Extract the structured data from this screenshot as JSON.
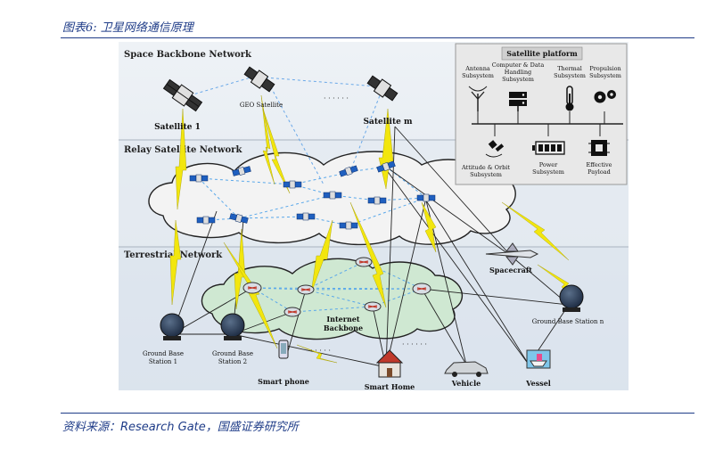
{
  "caption": "图表6:  卫星网络通信原理",
  "source": "资料来源：Research Gate，国盛证券研究所",
  "layers": {
    "space": "Space Backbone Network",
    "relay": "Relay Satellite Network",
    "terrestrial": "Terrestrial Network"
  },
  "satellites": {
    "s1": "Satellite 1",
    "geo": "GEO Satellite",
    "sm": "Satellite m",
    "dots": "· · ·  · · ·"
  },
  "platform": {
    "title": "Satellite platform",
    "antenna": [
      "Antenna",
      "Subsystem"
    ],
    "computer": [
      "Computer & Data",
      "Handling",
      "Subsystem"
    ],
    "thermal": [
      "Thermal",
      "Subsystem"
    ],
    "propulsion": [
      "Propulsion",
      "Subsystem"
    ],
    "attitude": [
      "Attitude & Orbit",
      "Subsystem"
    ],
    "power": [
      "Power",
      "Subsystem"
    ],
    "payload": [
      "Effective",
      "Payload"
    ]
  },
  "nodes": {
    "internet": [
      "Internet",
      "Backbone"
    ],
    "spacecraft": "Spacecraft",
    "gbs1": [
      "Ground Base",
      "Station 1"
    ],
    "gbs2": [
      "Ground Base",
      "Station 2"
    ],
    "gbsn": "Ground Base Station n",
    "phone": "Smart phone",
    "home": "Smart Home",
    "vehicle": "Vehicle",
    "vessel": "Vessel",
    "dots": "· · ·  · · ·"
  }
}
